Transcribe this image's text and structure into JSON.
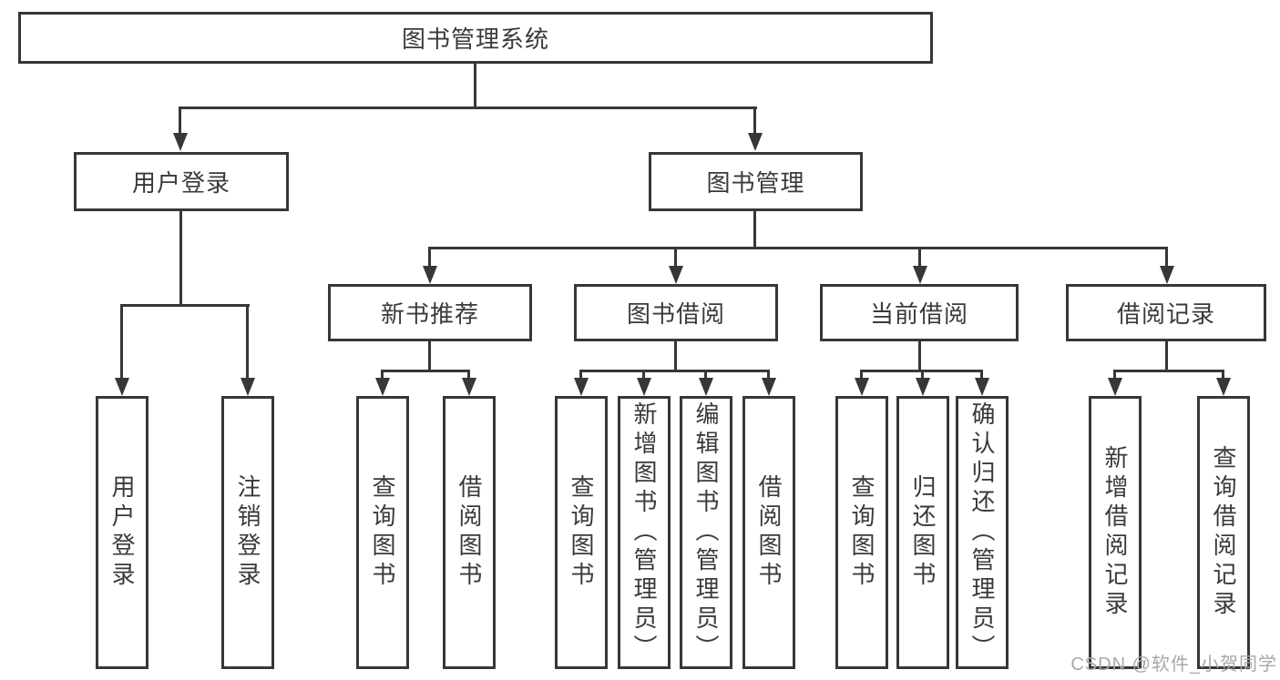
{
  "diagram": {
    "type": "hierarchy-tree",
    "orientation": "top-down",
    "colors": {
      "line": "#373737",
      "text": "#3a3a3a",
      "background": "#ffffff",
      "watermark": "#a8a8a8"
    }
  },
  "tree": {
    "label": "图书管理系统",
    "children": [
      {
        "label": "用户登录",
        "children": [
          {
            "label": "用户登录"
          },
          {
            "label": "注销登录"
          }
        ]
      },
      {
        "label": "图书管理",
        "children": [
          {
            "label": "新书推荐",
            "children": [
              {
                "label": "查询图书"
              },
              {
                "label": "借阅图书"
              }
            ]
          },
          {
            "label": "图书借阅",
            "children": [
              {
                "label": "查询图书"
              },
              {
                "label": "新增图书（管理员）"
              },
              {
                "label": "编辑图书（管理员）"
              },
              {
                "label": "借阅图书"
              }
            ]
          },
          {
            "label": "当前借阅",
            "children": [
              {
                "label": "查询图书"
              },
              {
                "label": "归还图书"
              },
              {
                "label": "确认归还（管理员）"
              }
            ]
          },
          {
            "label": "借阅记录",
            "children": [
              {
                "label": "新增借阅记录"
              },
              {
                "label": "查询借阅记录"
              }
            ]
          }
        ]
      }
    ]
  },
  "watermark": "CSDN @软件_小贺同学"
}
